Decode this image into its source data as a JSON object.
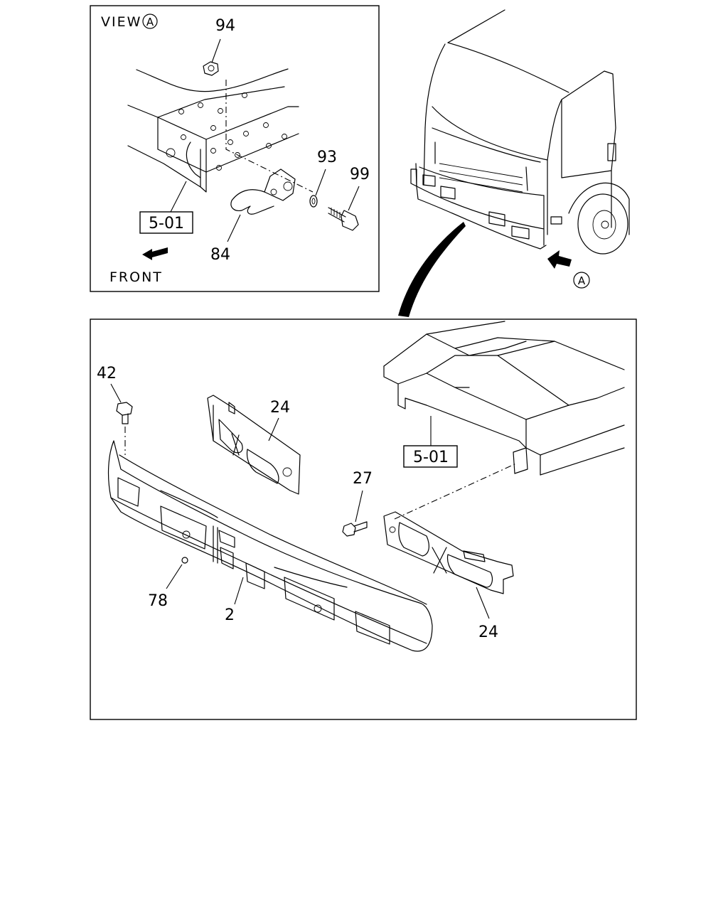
{
  "inset": {
    "view_text": "VIEW",
    "view_marker": "A",
    "front_text": "FRONT",
    "ref_box": "5-01",
    "callouts": {
      "nut": "94",
      "washer": "93",
      "bolt": "99",
      "tow_hook": "84"
    }
  },
  "truck": {
    "view_marker": "A"
  },
  "main": {
    "ref_box": "5-01",
    "callouts": {
      "bolt_top": "42",
      "bracket_left": "24",
      "bolt_right": "27",
      "bracket_right": "24",
      "clip": "78",
      "bumper": "2"
    }
  }
}
